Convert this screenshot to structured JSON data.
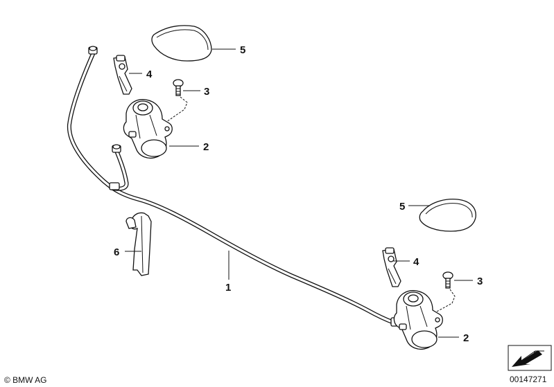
{
  "callouts": {
    "hose": "1",
    "nozzle_left": "2",
    "nozzle_right": "2",
    "screw_left": "3",
    "screw_right": "3",
    "jet_left": "4",
    "jet_right": "4",
    "cover_left": "5",
    "cover_right": "5",
    "clip": "6"
  },
  "footer": {
    "copyright": "© BMW AG",
    "diagram_id": "00147271"
  }
}
